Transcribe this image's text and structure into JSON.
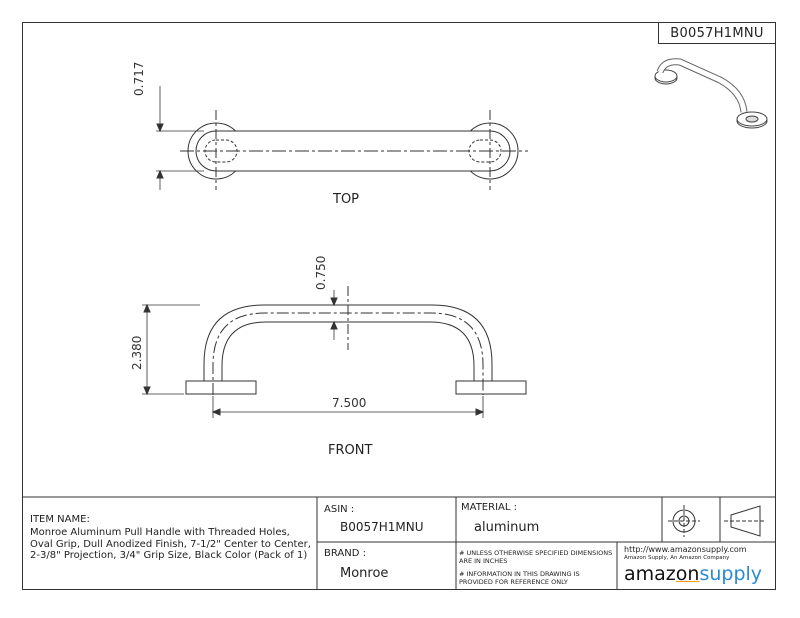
{
  "header": {
    "part_number": "B0057H1MNU"
  },
  "views": {
    "top_label": "TOP",
    "front_label": "FRONT",
    "dim_top_height": "0.717",
    "dim_front_grip": "0.750",
    "dim_front_projection": "2.380",
    "dim_front_center": "7.500"
  },
  "title_block": {
    "item_name_label": "ITEM NAME:",
    "item_name": "Monroe Aluminum Pull Handle with Threaded Holes, Oval Grip, Dull Anodized Finish, 7-1/2\" Center to Center, 2-3/8\" Projection, 3/4\" Grip Size, Black Color (Pack of 1)",
    "asin_label": "ASIN :",
    "asin": "B0057H1MNU",
    "material_label": "MATERIAL :",
    "material": "aluminum",
    "brand_label": "BRAND :",
    "brand": "Monroe",
    "note1": "# UNLESS OTHERWISE SPECIFIED DIMENSIONS ARE IN INCHES",
    "note2": "# INFORMATION IN THIS DRAWING IS PROVIDED FOR REFERENCE ONLY",
    "url": "http://www.amazonsupply.com",
    "company": "Amazon Supply, An Amazon Company",
    "logo_a": "amaz",
    "logo_on": "on",
    "logo_supply": "supply"
  },
  "icons": [
    "projection-symbol-icon",
    "isometric-handle-icon"
  ]
}
